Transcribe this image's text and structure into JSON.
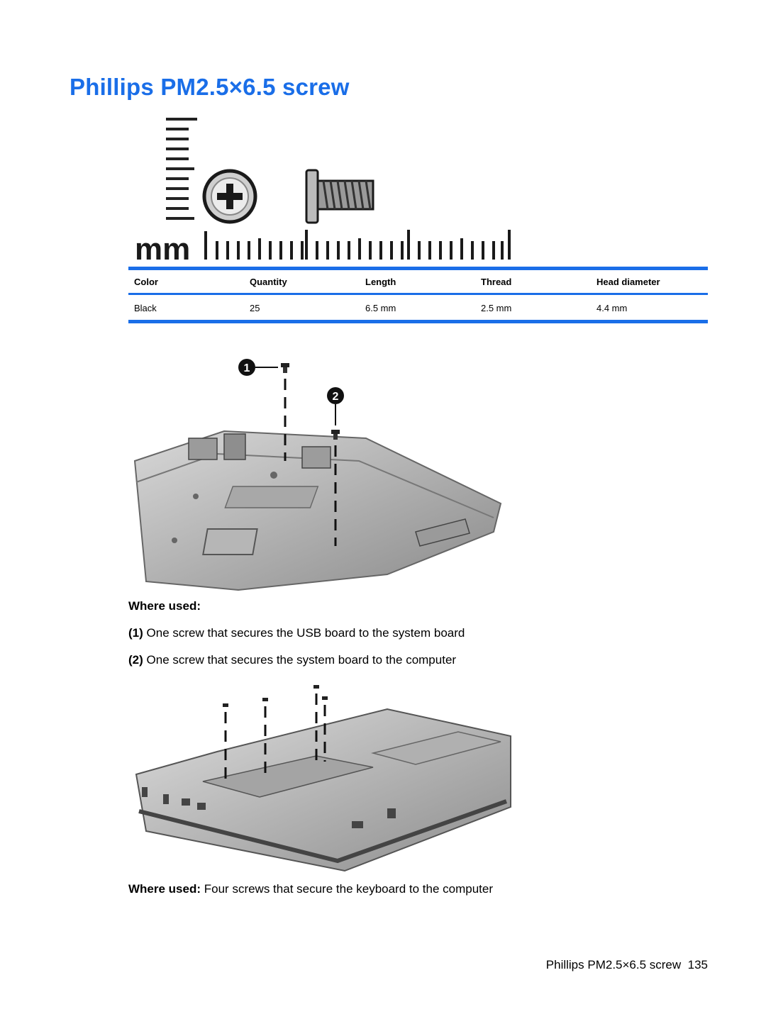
{
  "title": "Phillips PM2.5×6.5 screw",
  "ruler_unit": "mm",
  "table": {
    "headers": [
      "Color",
      "Quantity",
      "Length",
      "Thread",
      "Head diameter"
    ],
    "row": [
      "Black",
      "25",
      "6.5 mm",
      "2.5 mm",
      "4.4 mm"
    ]
  },
  "callouts": [
    "1",
    "2"
  ],
  "where_used_1": {
    "label": "Where used:",
    "items": [
      {
        "num": "(1)",
        "text": "One screw that secures the USB board to the system board"
      },
      {
        "num": "(2)",
        "text": "One screw that secures the system board to the computer"
      }
    ]
  },
  "where_used_2": {
    "label": "Where used:",
    "text": "Four screws that secure the keyboard to the computer"
  },
  "footer": {
    "title": "Phillips PM2.5×6.5 screw",
    "page": "135"
  },
  "colors": {
    "accent": "#1a6ee8"
  }
}
